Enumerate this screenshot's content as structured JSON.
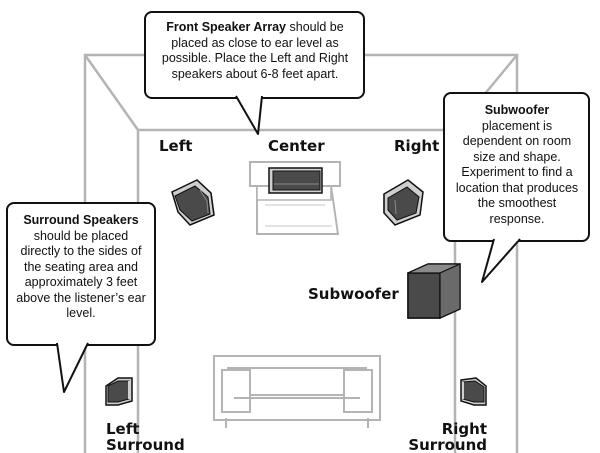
{
  "labels": {
    "left": "Left",
    "center": "Center",
    "right": "Right",
    "subwoofer": "Subwoofer",
    "left_surround_line1": "Left",
    "left_surround_line2": "Surround",
    "right_surround_line1": "Right",
    "right_surround_line2": "Surround"
  },
  "callouts": {
    "front": {
      "title": "Front Speaker Array",
      "body": " should be placed as close to ear level as possible. Place the Left and Right speakers about 6-8 feet apart."
    },
    "subwoofer": {
      "title": "Subwoofer",
      "body": "placement is dependent on room size and shape. Experiment to find a location that produces the smoothest response."
    },
    "surround": {
      "title": "Surround Speakers",
      "body": "should be placed directly to the sides of the seating area and approximately 3 feet above the listener’s ear level."
    }
  },
  "colors": {
    "room_line": "#b4b4b4",
    "speaker_dark": "#4a4a4a",
    "speaker_mid": "#8a8a8a",
    "speaker_light": "#cfcfcf",
    "outline": "#111111"
  }
}
